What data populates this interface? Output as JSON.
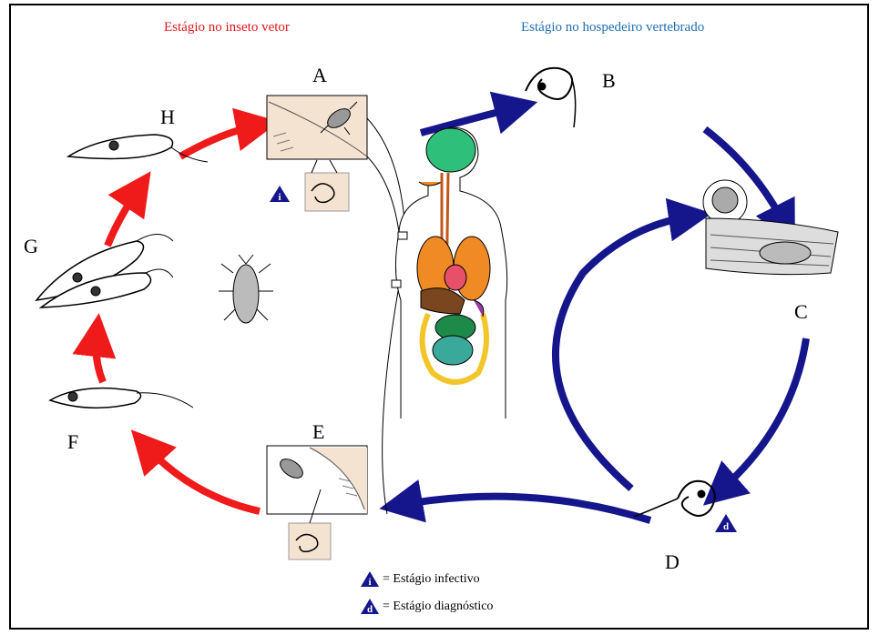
{
  "headers": {
    "vector": "Estágio no inseto vetor",
    "host": "Estágio no hospedeiro vertebrado"
  },
  "labels": {
    "A": "A",
    "B": "B",
    "C": "C",
    "D": "D",
    "E": "E",
    "F": "F",
    "G": "G",
    "H": "H"
  },
  "legend": {
    "infective_symbol": "i",
    "infective_text": "= Estágio infectivo",
    "diagnostic_symbol": "d",
    "diagnostic_text": "= Estágio diagnóstico"
  },
  "colors": {
    "vector_stage": "#e8161b",
    "host_stage": "#1f6db4",
    "host_arrows": "#16168c",
    "vector_arrows": "#ef1a1a",
    "inset_bg": "#f5e3d1"
  }
}
